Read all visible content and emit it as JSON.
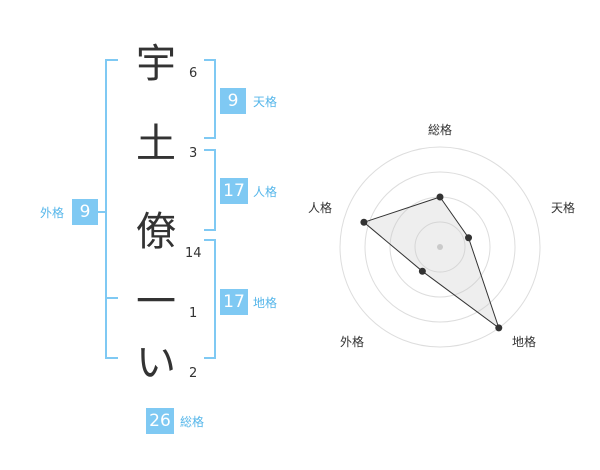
{
  "name": {
    "chars": [
      {
        "char": "宇",
        "strokes": "6"
      },
      {
        "char": "土",
        "strokes": "3"
      },
      {
        "char": "僚",
        "strokes": "14"
      },
      {
        "char": "一",
        "strokes": "1"
      },
      {
        "char": "い",
        "strokes": "2"
      }
    ]
  },
  "kaku": {
    "tenkaku": {
      "value": "9",
      "label": "天格"
    },
    "jinkaku": {
      "value": "17",
      "label": "人格"
    },
    "chikaku": {
      "value": "17",
      "label": "地格"
    },
    "gaikaku": {
      "value": "9",
      "label": "外格"
    },
    "soukaku": {
      "value": "26",
      "label": "総格"
    }
  },
  "colors": {
    "accent": "#7fc9f3",
    "accent_text": "#55b6ea",
    "text": "#333333",
    "grid": "#dddddd"
  },
  "chart_data": {
    "type": "radar",
    "axes": [
      "総格",
      "天格",
      "地格",
      "外格",
      "人格"
    ],
    "rings": 4,
    "values": [
      0.5,
      0.3,
      1.0,
      0.3,
      0.8
    ]
  }
}
